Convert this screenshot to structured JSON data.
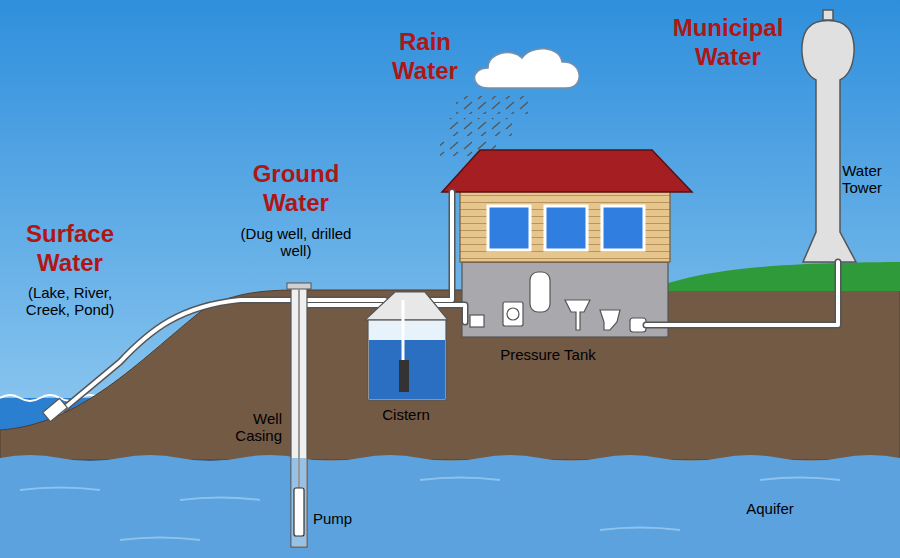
{
  "diagram": {
    "labels": [
      "Surface Water",
      "(Lake, River, Creek, Pond)",
      "Ground Water",
      "(Dug well, drilled well)",
      "Rain Water",
      "Municipal Water",
      "Water Tower",
      "Pressure Tank",
      "Cistern",
      "Well Casing",
      "Pump",
      "Aquifer"
    ]
  }
}
